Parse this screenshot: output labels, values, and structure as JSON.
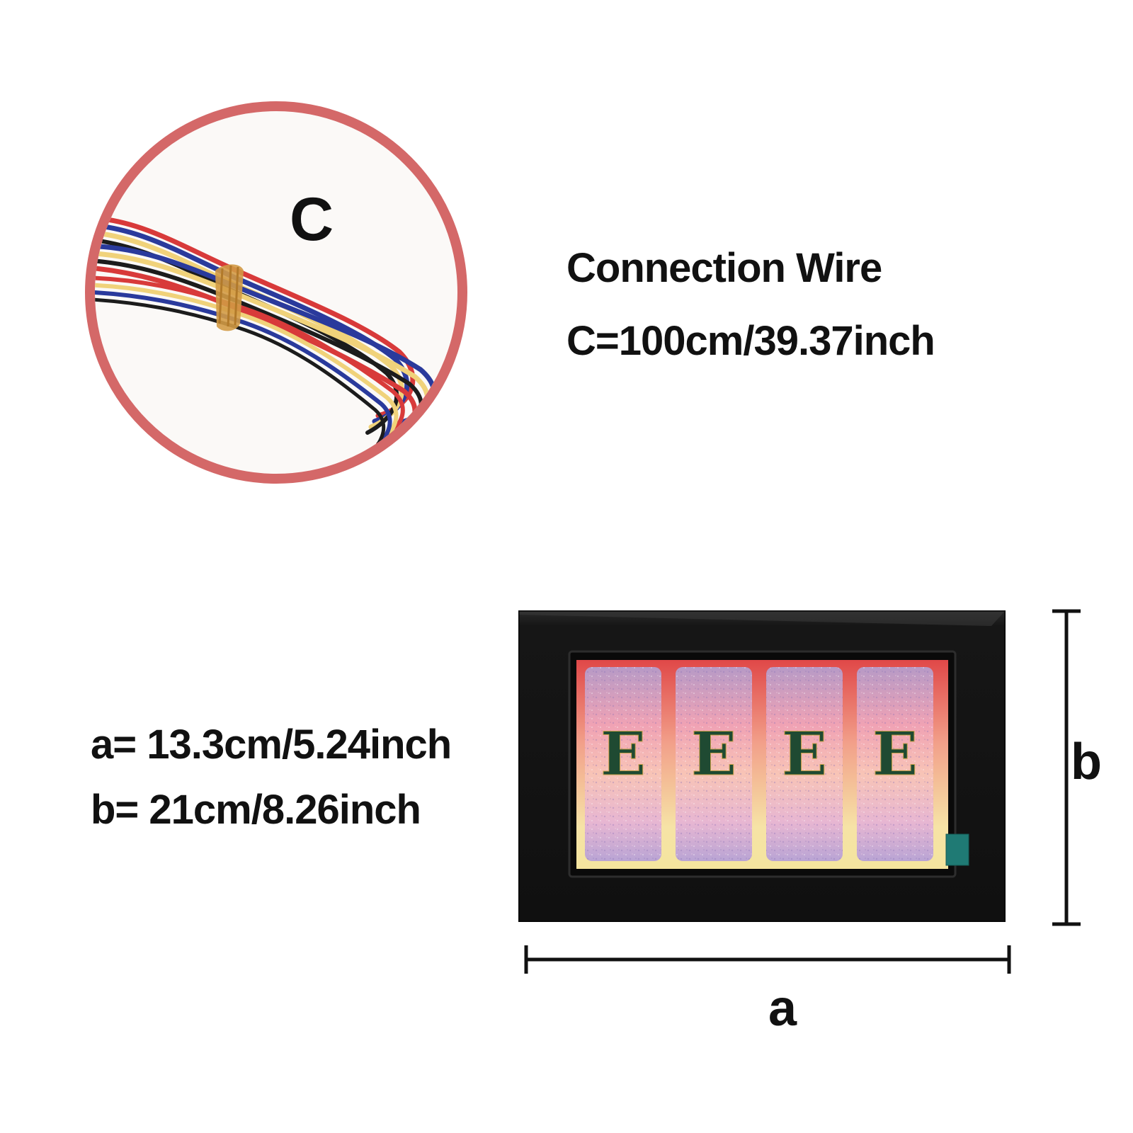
{
  "wire_callout": {
    "letter": "C",
    "title": "Connection Wire",
    "length": "C=100cm/39.37inch",
    "wire_colors": [
      "#d83a3a",
      "#2a3a9c",
      "#f0d27a",
      "#1c1c1c"
    ],
    "tie_color": "#d29a45",
    "ring_color": "#d46868"
  },
  "dimensions": {
    "a_spec": "a= 13.3cm/5.24inch",
    "b_spec": "b= 21cm/8.26inch",
    "a_label": "a",
    "b_label": "b"
  },
  "product": {
    "panel_letters": [
      "E",
      "E",
      "E",
      "E"
    ],
    "frame_color": "#161616",
    "letter_color": "#1f4a32",
    "accent_square_color": "#1f7a74"
  }
}
